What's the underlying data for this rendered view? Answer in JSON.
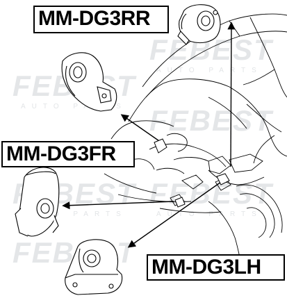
{
  "labels": {
    "rr": "MM-DG3RR",
    "fr": "MM-DG3FR",
    "lh": "MM-DG3LH"
  },
  "watermark": {
    "brand": "FEBEST",
    "sub": "AUTO PARTS"
  },
  "colors": {
    "line": "#000000",
    "watermark": "#cfd3d7",
    "background": "#ffffff"
  }
}
